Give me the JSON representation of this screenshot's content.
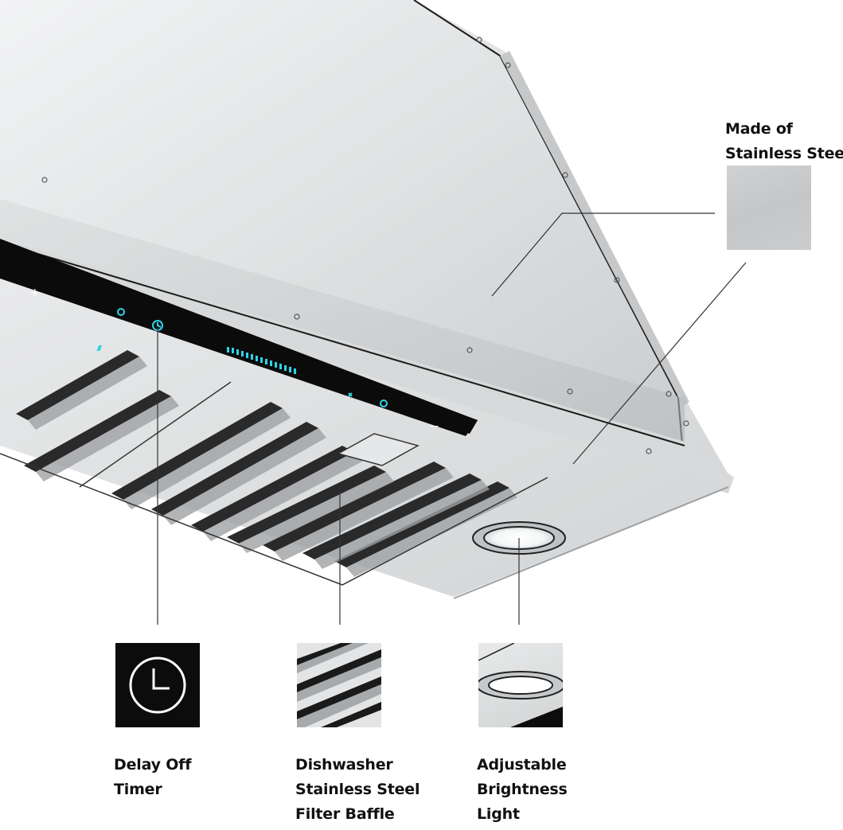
{
  "product": "Range hood (insert) feature infographic",
  "callouts": {
    "material": {
      "lines": [
        "Made of",
        "Stainless Steel"
      ],
      "icon": "stainless-steel-swatch"
    },
    "timer": {
      "lines": [
        "Delay Off",
        "Timer"
      ],
      "icon": "clock-icon"
    },
    "filter": {
      "lines": [
        "Dishwasher",
        "Stainless Steel",
        "Filter Baffle"
      ],
      "icon": "baffle-filter-thumbnail"
    },
    "light": {
      "lines": [
        "Adjustable",
        "Brightness",
        "Light"
      ],
      "icon": "led-light-thumbnail"
    }
  },
  "control_panel": {
    "icons": [
      "gesture-plus-icon",
      "settings-icon",
      "timer-icon",
      "light-icon",
      "fan-icon",
      "power-icon",
      "gesture-minus-icon"
    ],
    "speed_bar_segments": 15,
    "accent_color": "#2fd3e6"
  },
  "colors": {
    "steel_light": "#e6e7e8",
    "steel_mid": "#cfd1d3",
    "steel_dark": "#a9acaf",
    "panel_black": "#0b0b0b",
    "text": "#111111"
  }
}
